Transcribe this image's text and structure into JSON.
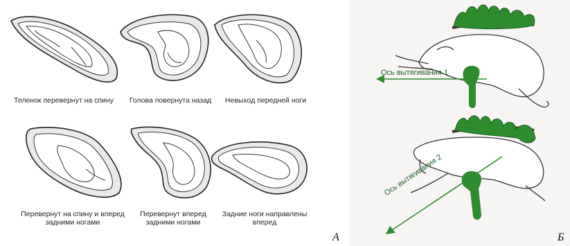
{
  "panel_a": {
    "letter": "A",
    "captions": [
      "Теленок перевернут на спину",
      "Голова повернута назад",
      "Невыход передней ноги",
      "Перевернут на спину и вперед задними ногами",
      "Перевернут вперед задними ногами",
      "Задние ноги направлены вперед"
    ]
  },
  "panel_b": {
    "letter": "Б",
    "axis_1_label": "Ось вытягивания 1",
    "axis_2_label": "Ось вытягивания 2",
    "colors": {
      "pelvis_green": "#2e8b2e",
      "arrow_green": "#2e8b2e",
      "spine_dark": "#4a2e2e"
    }
  }
}
